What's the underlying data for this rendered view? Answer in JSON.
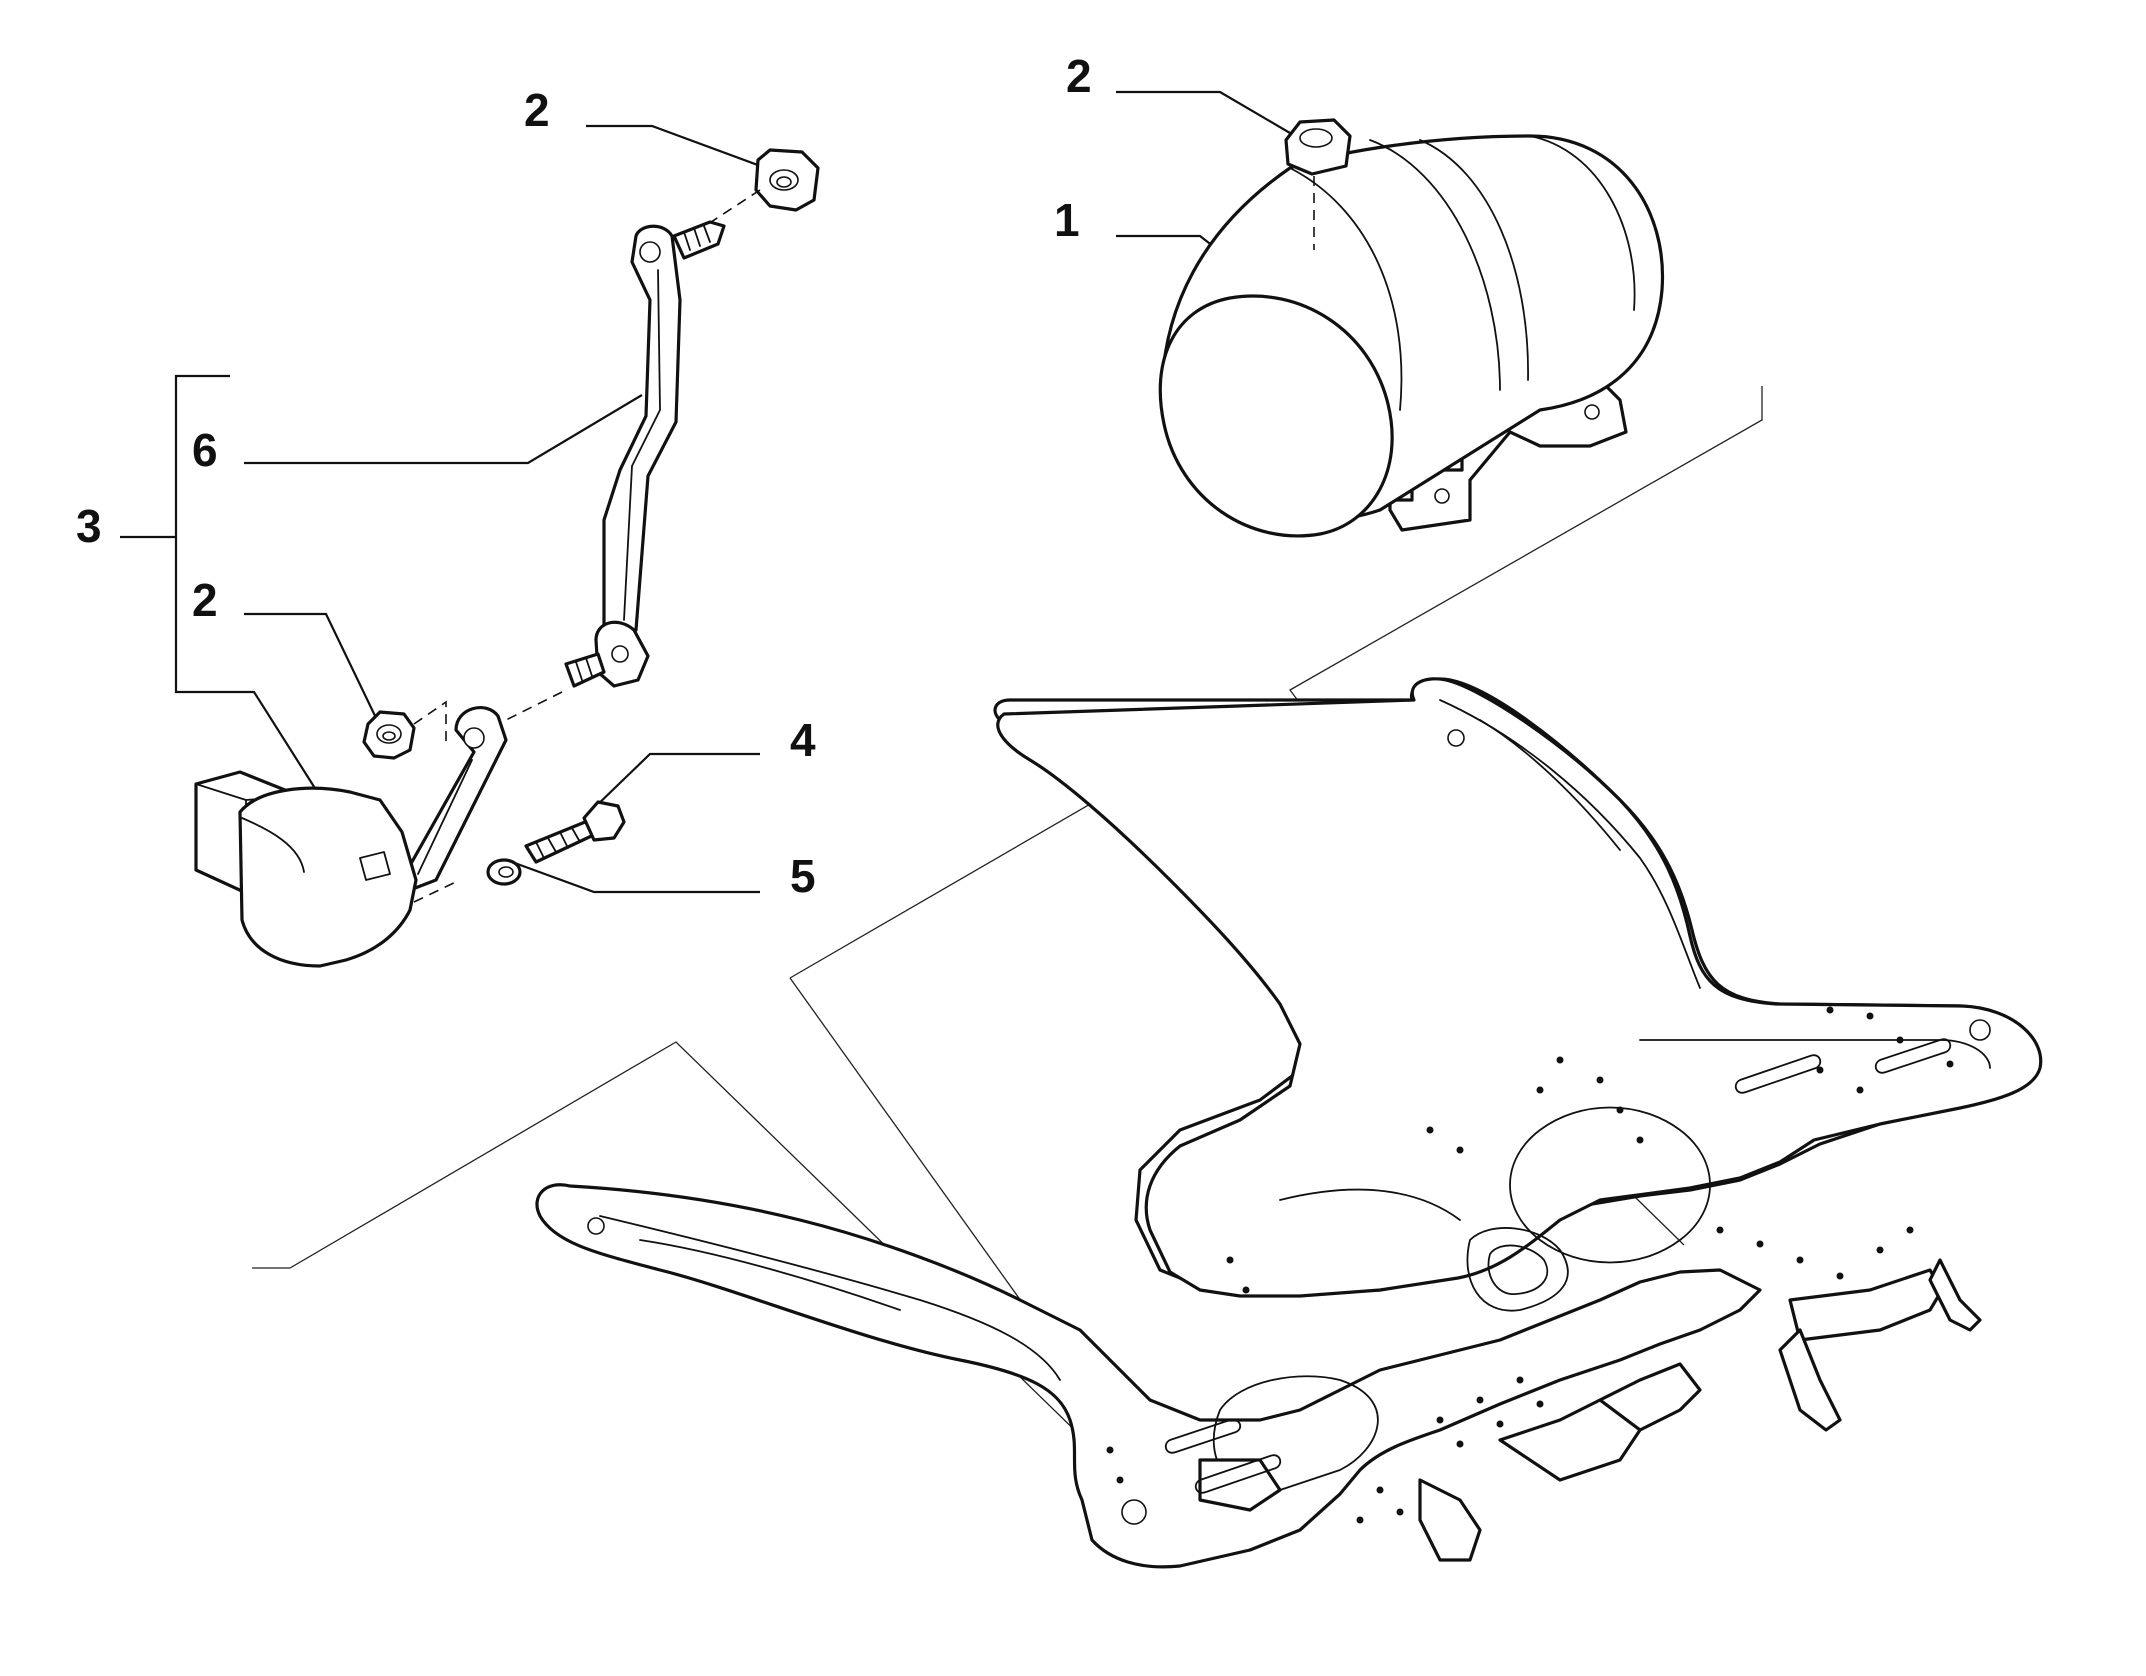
{
  "callouts": {
    "c1": "1",
    "c2_tank": "2",
    "c2_link": "2",
    "c2_sensor": "2",
    "c3": "3",
    "c4": "4",
    "c5": "5",
    "c6": "6"
  },
  "colors": {
    "line": "#111111",
    "background": "#ffffff"
  }
}
